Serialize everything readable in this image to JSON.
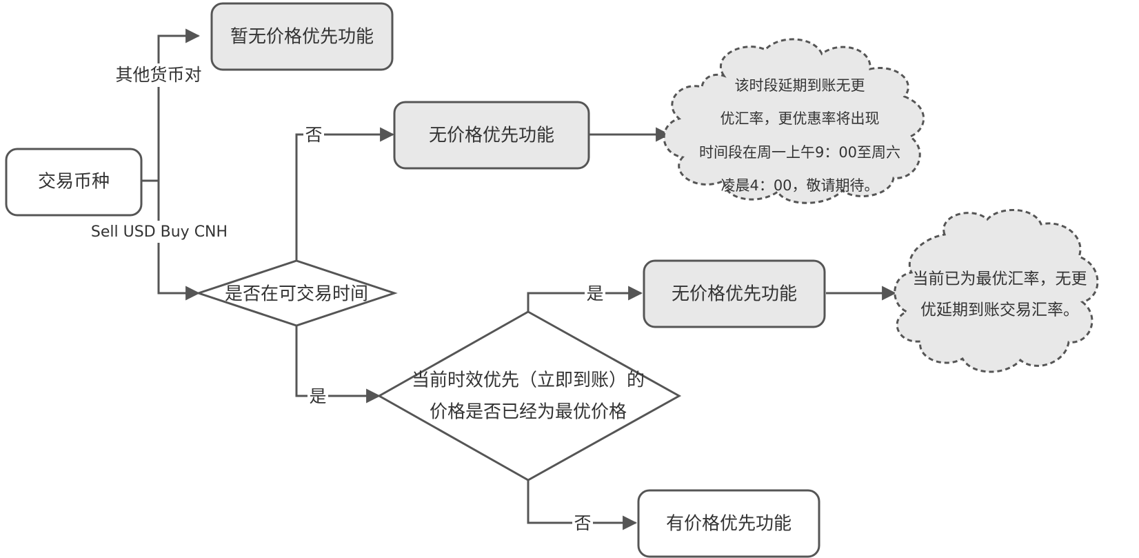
{
  "nodes": {
    "trade_currency": "交易币种",
    "no_price_priority_top": "暂无价格优先功能",
    "tradable_time_question": "是否在可交易时间",
    "no_price_priority_mid": "无价格优先功能",
    "best_price_question": [
      "当前时效优先（立即到账）的",
      "价格是否已经为最优价格"
    ],
    "no_price_priority_right": "无价格优先功能",
    "has_price_priority": "有价格优先功能"
  },
  "clouds": {
    "delay_notice": [
      "该时段延期到账无更",
      "优汇率，更优惠率将出现",
      "时间段在周一上午9：00至周六",
      "凌晨4：00，敬请期待。"
    ],
    "best_rate_notice": [
      "当前已为最优汇率，无更",
      "优延期到账交易汇率。"
    ]
  },
  "edge_labels": {
    "other_pairs": "其他货币对",
    "sell_usd_buy_cnh": "Sell USD Buy CNH",
    "no_1": "否",
    "yes_1": "是",
    "yes_2": "是",
    "no_2": "否"
  },
  "colors": {
    "stroke": "#555555",
    "gray_fill": "#e8e8e8",
    "text": "#333333"
  }
}
